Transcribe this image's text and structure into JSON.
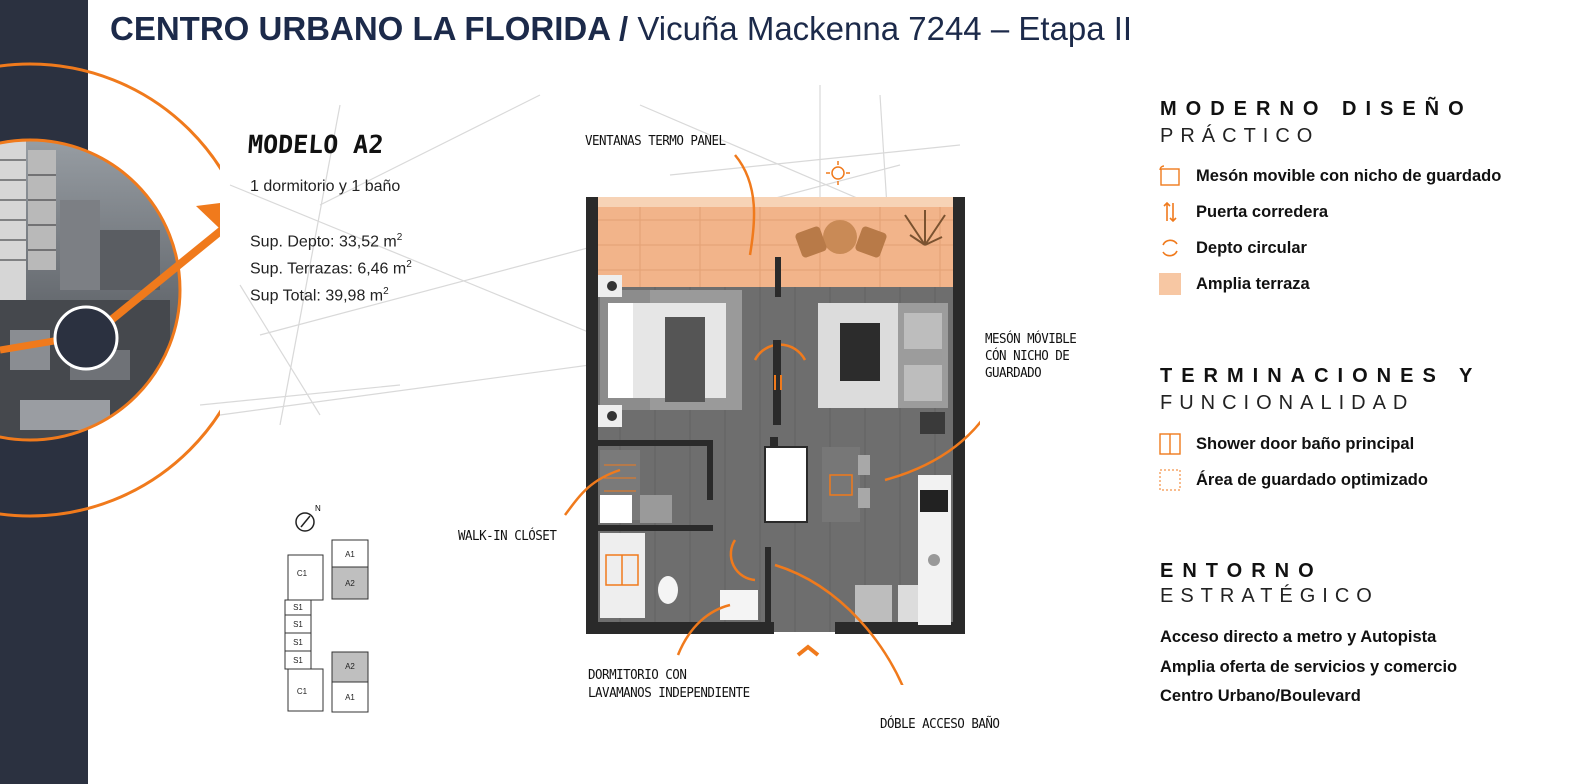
{
  "header": {
    "title_bold": "CENTRO URBANO LA FLORIDA /",
    "title_rest": " Vicuña Mackenna 7244 – Etapa II"
  },
  "model": {
    "name": "MODELO A2",
    "subtitle": "1 dormitorio y 1 baño",
    "specs": [
      {
        "label": "Sup. Depto: 33,52  m",
        "sup": "2"
      },
      {
        "label": "Sup. Terrazas: 6,46 m",
        "sup": "2"
      },
      {
        "label": "Sup Total: 39,98 m",
        "sup": "2"
      }
    ]
  },
  "annotations": {
    "ventanas": "VENTANAS TERMO PANEL",
    "meson_line1": "MESÓN MÓVIBLE",
    "meson_line2": "CÓN NICHO DE",
    "meson_line3": "GUARDADO",
    "walkin": "WALK-IN CLÓSET",
    "dorm_line1": "DORMITORIO CON",
    "dorm_line2": "LAVAMANOS INDEPENDIENTE",
    "doble": "DÓBLE ACCESO BAÑO"
  },
  "keyplan_labels": {
    "a1_top": "A1",
    "a2_top": "A2",
    "c1_top": "C1",
    "s1_1": "S1",
    "s1_2": "S1",
    "s1_3": "S1",
    "s1_4": "S1",
    "a2_bottom": "A2",
    "c1_bottom": "C1",
    "a1_bottom": "A1",
    "north": "N"
  },
  "sections": {
    "design": {
      "head": "MODERNO DISEÑO",
      "sub": "PRÁCTICO",
      "items": [
        {
          "icon": "meson-icon",
          "label": "Mesón movible con nicho de guardado"
        },
        {
          "icon": "sliding-door-icon",
          "label": "Puerta corredera"
        },
        {
          "icon": "circular-icon",
          "label": "Depto circular"
        },
        {
          "icon": "terrace-swatch-icon",
          "label": "Amplia terraza"
        }
      ]
    },
    "finishes": {
      "head": "TERMINACIONES Y",
      "sub": "FUNCIONALIDAD",
      "items": [
        {
          "icon": "shower-door-icon",
          "label": "Shower door baño principal"
        },
        {
          "icon": "storage-area-icon",
          "label": "Área de guardado optimizado"
        }
      ]
    },
    "environment": {
      "head": "ENTORNO",
      "sub": "ESTRATÉGICO",
      "items": [
        "Acceso directo a metro y Autopista",
        "Amplia oferta de servicios y comercio",
        "Centro Urbano/Boulevard"
      ]
    }
  },
  "colors": {
    "accent": "#f07a1c",
    "navy": "#1c2a4a",
    "sidebar": "#2b3140",
    "terrace": "#f7c7a3"
  }
}
